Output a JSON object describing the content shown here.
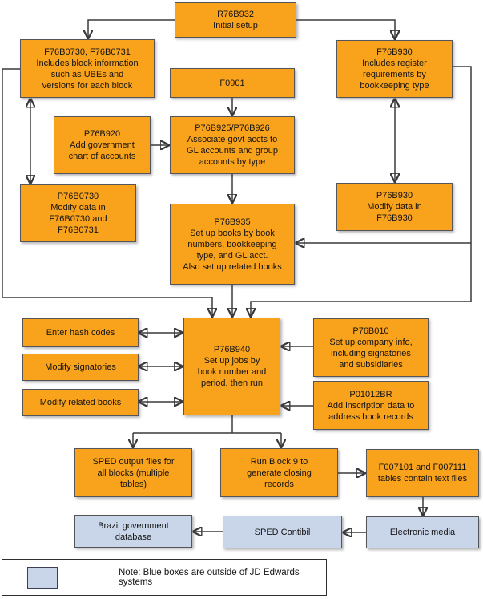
{
  "colors": {
    "orange_fill": "#F9A21C",
    "blue_fill": "#C9D6EA",
    "box_border": "#54555A",
    "connector_line": "#3A3A3C"
  },
  "nodes": {
    "r76b932": "R76B932\nInitial setup",
    "f76b0730": "F76B0730, F76B0731\nIncludes block information\nsuch as UBEs and\nversions for each block",
    "f76b930": "F76B930\nIncludes register\nrequirements by\nbookkeeping type",
    "f0901": "F0901",
    "p76b920": "P76B920\nAdd government\nchart of accounts",
    "p76b925": "P76B925/P76B926\nAssociate govt accts to\nGL accounts and group\naccounts by type",
    "p76b0730": "P76B0730\nModify data in\nF76B0730 and\nF76B0731",
    "p76b930": "P76B930\nModify data in\nF76B930",
    "p76b935": "P76B935\nSet up books by book\nnumbers, bookkeeping\ntype, and GL acct.\nAlso set up related books",
    "enter_hash_codes": "Enter hash codes",
    "modify_signatories": "Modify signatories",
    "modify_related_books": "Modify related books",
    "p76b940": "P76B940\nSet up jobs by\nbook number and\nperiod, then run",
    "p76b010": "P76B010\nSet up company info,\nincluding signatories\nand subsidiaries",
    "p01012br": "P01012BR\nAdd inscription data to\naddress book records",
    "sped_output": "SPED output files for\nall blocks (multiple\ntables)",
    "run_block9": "Run Block 9 to\ngenerate closing\nrecords",
    "f007101": "F007101 and F007111\ntables contain text files",
    "brazil_db": "Brazil government\ndatabase",
    "sped_contibil": "SPED Contibil",
    "electronic_media": "Electronic media"
  },
  "note": "Note: Blue boxes are outside of JD Edwards systems"
}
